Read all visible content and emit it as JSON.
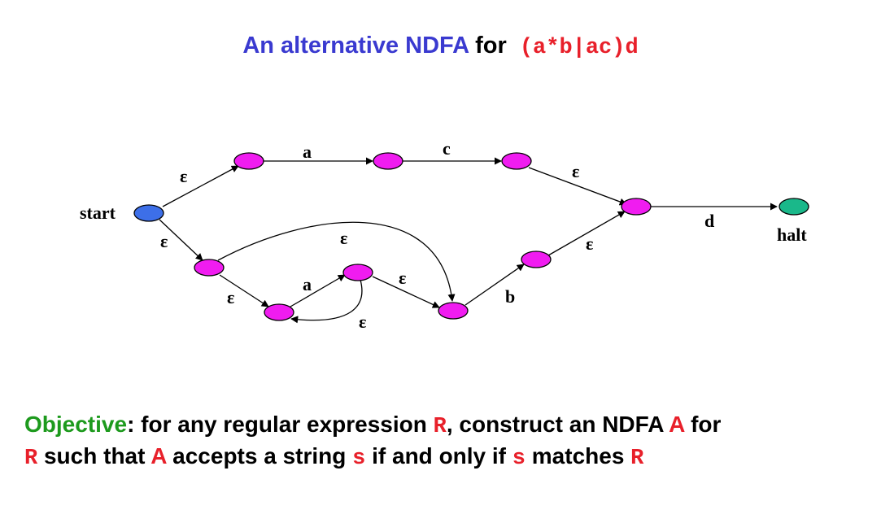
{
  "title": {
    "part1": "An alternative NDFA",
    "part2": "for",
    "regex": "(a*b|ac)d"
  },
  "diagram": {
    "colors": {
      "start_state": "#3d6fe8",
      "halt_state": "#1ab88a",
      "intermediate_state": "#f01cf0"
    },
    "labels": {
      "start": "start",
      "halt": "halt"
    },
    "edges": {
      "start_to_top": "ε",
      "start_to_bottom": "ε",
      "top_a": "a",
      "top_c": "c",
      "top_to_join": "ε",
      "join_d": "d",
      "bottom_skip": "ε",
      "bottom_to_loop": "ε",
      "loop_a": "a",
      "loop_back": "ε",
      "loop_exit": "ε",
      "b_edge": "b",
      "b_to_join": "ε"
    }
  },
  "objective": {
    "word": "Objective",
    "t1": ": for any regular expression ",
    "R1": "R",
    "t2": ", construct an NDFA ",
    "A1": "A",
    "t3": " for",
    "R2": "R",
    "t4": " such that ",
    "A2": "A",
    "t5": " accepts a string ",
    "s1": "s",
    "t6": " if and only if ",
    "s2": "s",
    "t7": " matches ",
    "R3": "R"
  }
}
